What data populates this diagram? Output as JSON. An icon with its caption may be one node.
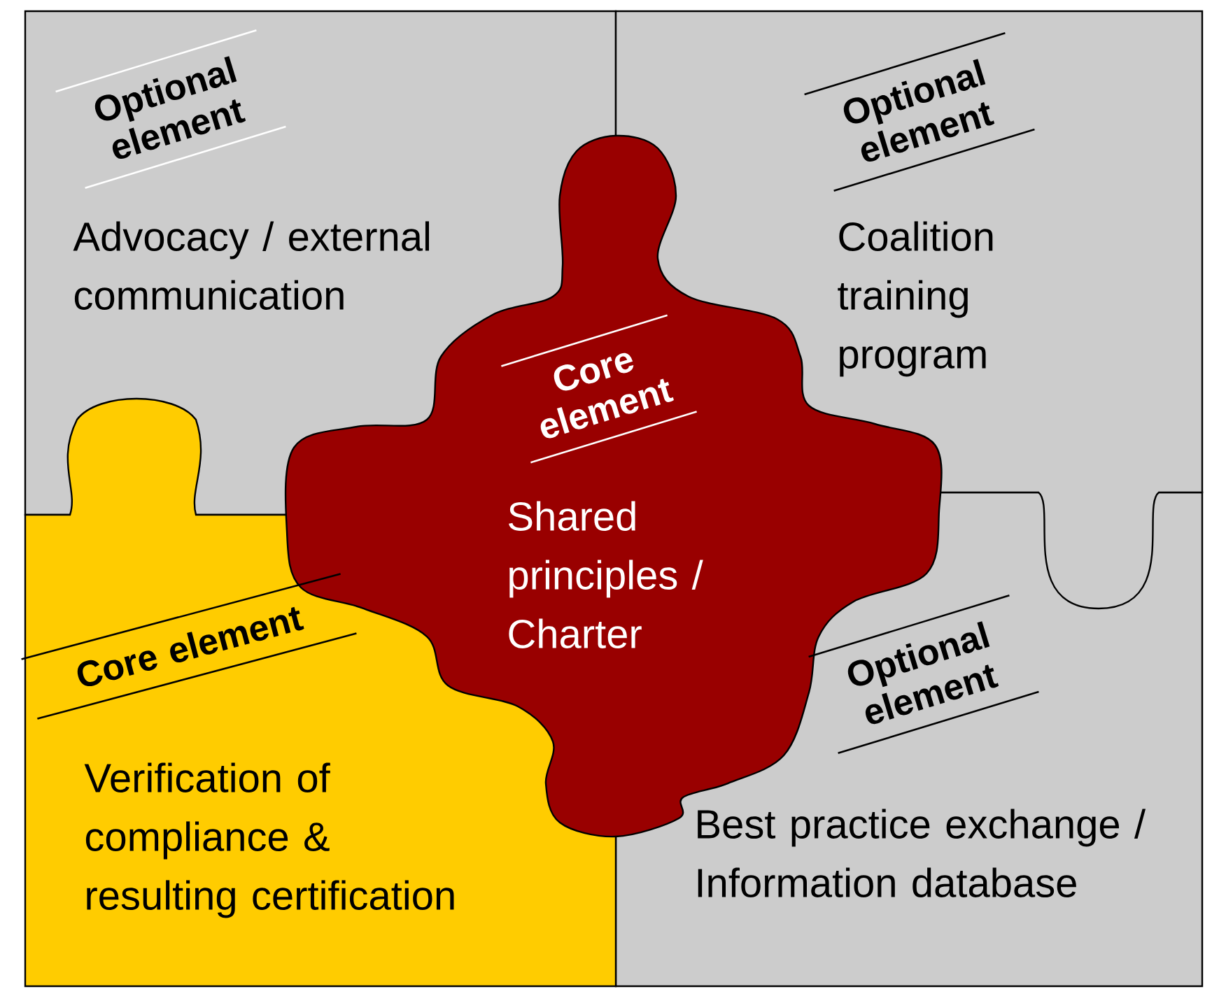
{
  "diagram": {
    "nodes": [
      {
        "text": [
          "Optional element",
          "Advocacy / external communication"
        ]
      },
      {
        "text": [
          "Optional element",
          "Coalition training program"
        ]
      },
      {
        "text": [
          "Core element",
          "Shared principles / Charter"
        ]
      },
      {
        "text": [
          "Core element",
          "Verification of compliance & resulting certification"
        ]
      },
      {
        "text": [
          "Optional element",
          "Best practice exchange / Information database"
        ]
      }
    ]
  }
}
